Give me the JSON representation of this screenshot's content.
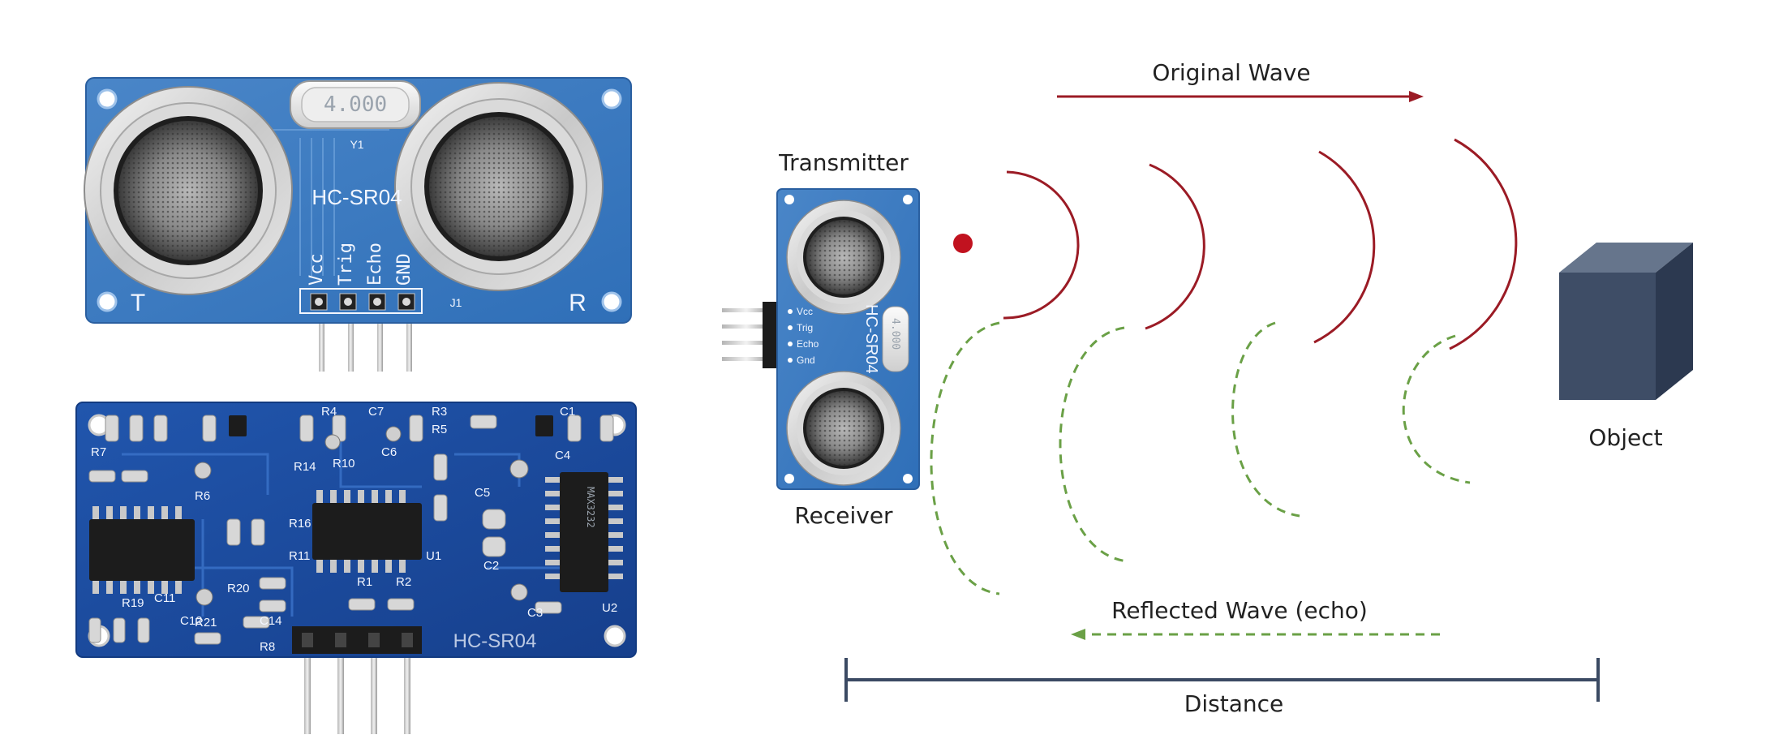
{
  "module_front": {
    "crystal_label": "4.000",
    "crystal_ref": "Y1",
    "model_label": "HC-SR04",
    "pin_labels": [
      "Vcc",
      "Trig",
      "Echo",
      "GND"
    ],
    "header_ref": "J1",
    "left_marker": "T",
    "right_marker": "R"
  },
  "module_back": {
    "refs": [
      "R4",
      "C7",
      "R3",
      "C1",
      "R7",
      "R5",
      "R6",
      "R14",
      "R10",
      "C6",
      "C4",
      "R1",
      "R8",
      "C5",
      "C2",
      "R11",
      "R16",
      "U1",
      "C12",
      "R19",
      "C11",
      "R21",
      "R20",
      "C14",
      "R2",
      "C3",
      "U2"
    ],
    "watermark": "HC-SR04",
    "chip_u1_text": "",
    "chip_u2_text": "MAX3232"
  },
  "diagram": {
    "transmitter_label": "Transmitter",
    "receiver_label": "Receiver",
    "object_label": "Object",
    "original_wave_label": "Original Wave",
    "reflected_wave_label": "Reflected Wave (echo)",
    "distance_label": "Distance",
    "sensor_model": "HC-SR04",
    "sensor_crystal": "4.000",
    "sensor_pins": [
      "Vcc",
      "Trig",
      "Echo",
      "Gnd"
    ],
    "colors": {
      "original_wave": "#9b1b25",
      "reflected_wave": "#6aa046",
      "distance_bar": "#3b4a63",
      "object_front": "#3e4d66",
      "object_top": "#66758c",
      "object_side": "#2c3950",
      "pcb_blue": "#2f6fb8",
      "pcb_back": "#1a4ea3"
    }
  }
}
